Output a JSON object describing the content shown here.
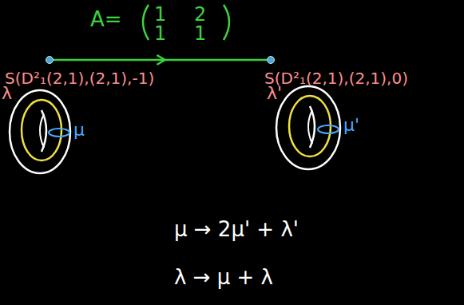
{
  "diagram": {
    "nodes": [
      {
        "text": [
          "S(D²₁(2,1),(2,1),-1)"
        ]
      },
      {
        "text": [
          "S(D²₁(2,1),(2,1),0)"
        ]
      }
    ],
    "edges": [
      {
        "from": 0,
        "to": 1,
        "arrow": "to",
        "label": "A="
      }
    ],
    "labels": [
      "1",
      "2",
      "1",
      "1",
      "λ",
      "μ",
      "λ'",
      "μ'",
      "μ → 2μ' + λ'",
      "λ → μ + λ"
    ]
  }
}
